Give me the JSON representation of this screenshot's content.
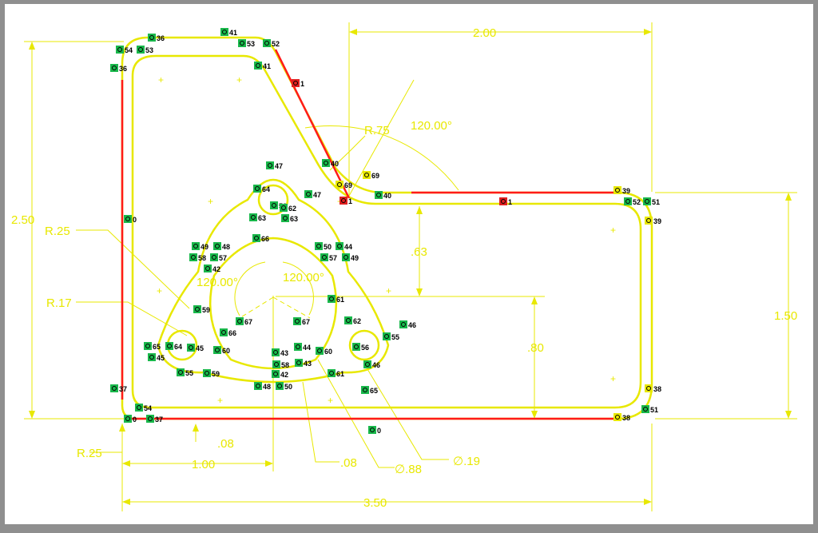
{
  "colors": {
    "frame": "#8f8f8f",
    "background": "#ffffff",
    "geometry": "#e8e800",
    "constraint_fixed": "#ff1a1a",
    "tag_fill": "#19b84b",
    "tag_fill_yellow": "#e8e800",
    "tag_fill_red": "#e02020"
  },
  "dimensions": {
    "overall_width": "3.50",
    "overall_height": "2.50",
    "top_width": "2.00",
    "right_height": "1.50",
    "slot_offset": ".63",
    "hub_height": ".80",
    "hub_offset": "1.00",
    "angle_top": "120.00°",
    "angle_left": "120.00°",
    "angle_right": "120.00°",
    "radius_top": "R.75",
    "radius_lobe": "R.25",
    "radius_small": "R.17",
    "radius_corner": "R.25",
    "thickness_a": ".08",
    "thickness_b": ".08",
    "diameter_outer": "∅.88",
    "diameter_hole": "∅.19"
  },
  "relations": [
    {
      "n": "36"
    },
    {
      "n": "41"
    },
    {
      "n": "53"
    },
    {
      "n": "52"
    },
    {
      "n": "54"
    },
    {
      "n": "53"
    },
    {
      "n": "36"
    },
    {
      "n": "41"
    },
    {
      "n": "1"
    },
    {
      "n": "40"
    },
    {
      "n": "69"
    },
    {
      "n": "69"
    },
    {
      "n": "40"
    },
    {
      "n": "1"
    },
    {
      "n": "1"
    },
    {
      "n": "39"
    },
    {
      "n": "52"
    },
    {
      "n": "51"
    },
    {
      "n": "39"
    },
    {
      "n": "47"
    },
    {
      "n": "64"
    },
    {
      "n": "47"
    },
    {
      "n": "56"
    },
    {
      "n": "62"
    },
    {
      "n": "63"
    },
    {
      "n": "63"
    },
    {
      "n": "66"
    },
    {
      "n": "49"
    },
    {
      "n": "48"
    },
    {
      "n": "50"
    },
    {
      "n": "44"
    },
    {
      "n": "58"
    },
    {
      "n": "57"
    },
    {
      "n": "57"
    },
    {
      "n": "49"
    },
    {
      "n": "42"
    },
    {
      "n": "61"
    },
    {
      "n": "59"
    },
    {
      "n": "67"
    },
    {
      "n": "67"
    },
    {
      "n": "62"
    },
    {
      "n": "46"
    },
    {
      "n": "66"
    },
    {
      "n": "55"
    },
    {
      "n": "65"
    },
    {
      "n": "64"
    },
    {
      "n": "45"
    },
    {
      "n": "60"
    },
    {
      "n": "43"
    },
    {
      "n": "44"
    },
    {
      "n": "60"
    },
    {
      "n": "56"
    },
    {
      "n": "45"
    },
    {
      "n": "58"
    },
    {
      "n": "43"
    },
    {
      "n": "46"
    },
    {
      "n": "55"
    },
    {
      "n": "59"
    },
    {
      "n": "42"
    },
    {
      "n": "61"
    },
    {
      "n": "48"
    },
    {
      "n": "50"
    },
    {
      "n": "65"
    },
    {
      "n": "37"
    },
    {
      "n": "38"
    },
    {
      "n": "54"
    },
    {
      "n": "0"
    },
    {
      "n": "37"
    },
    {
      "n": "38"
    },
    {
      "n": "51"
    },
    {
      "n": "0"
    },
    {
      "n": "0"
    }
  ]
}
